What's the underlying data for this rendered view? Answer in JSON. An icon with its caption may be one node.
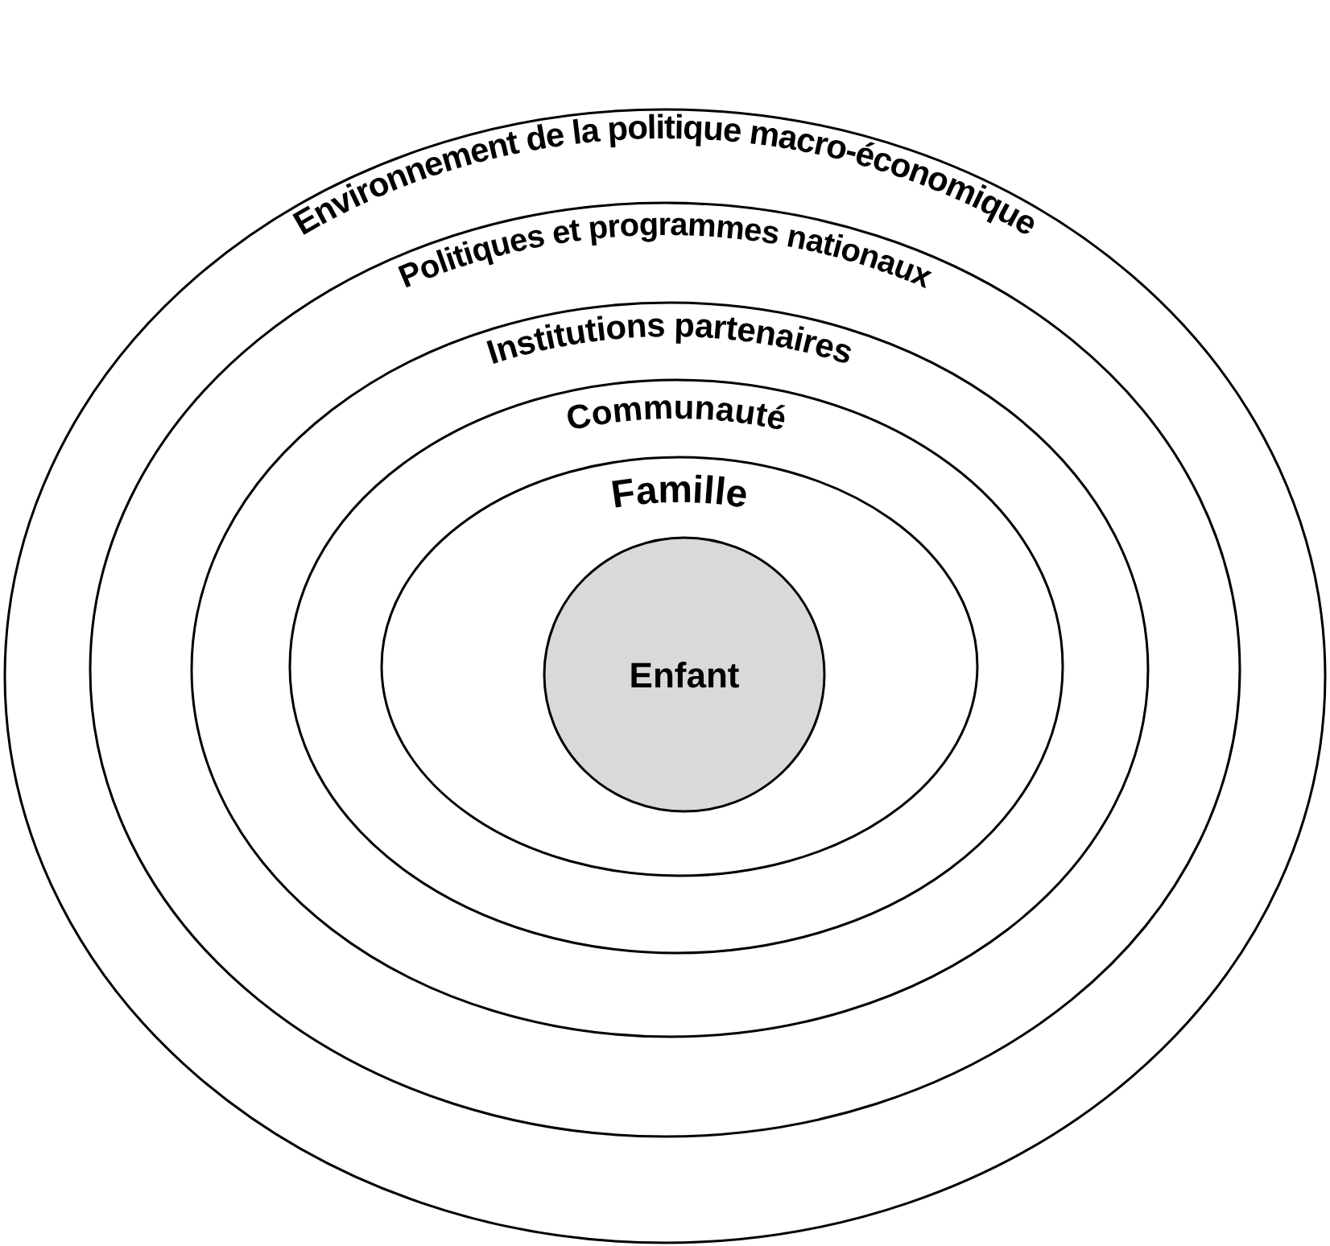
{
  "diagram": {
    "nodes": [
      {
        "text": [
          "Environnement de la politique macro-économique"
        ]
      },
      {
        "text": [
          "Politiques et programmes nationaux"
        ],
        "in": 0
      },
      {
        "text": [
          "Institutions partenaires"
        ],
        "in": 1
      },
      {
        "text": [
          "Communauté"
        ],
        "in": 2
      },
      {
        "text": [
          "Famille"
        ],
        "in": 3
      },
      {
        "text": [
          "Enfant"
        ],
        "in": 4
      }
    ]
  }
}
